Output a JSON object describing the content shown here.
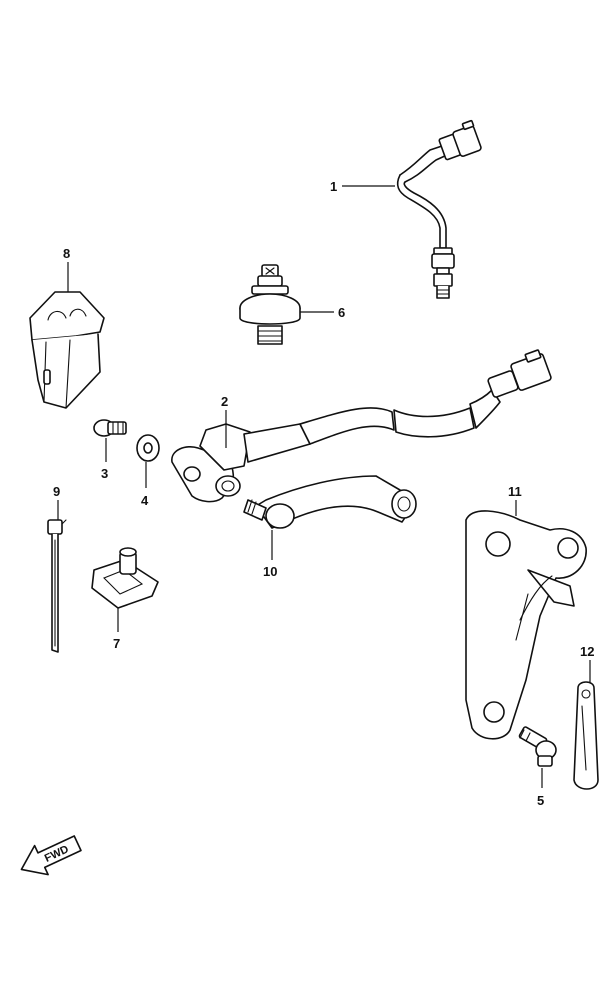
{
  "callouts": {
    "c1": "1",
    "c2": "2",
    "c3": "3",
    "c4": "4",
    "c5": "5",
    "c6": "6",
    "c7": "7",
    "c8": "8",
    "c9": "9",
    "c10": "10",
    "c11": "11",
    "c12": "12"
  },
  "direction_label": "FWD"
}
